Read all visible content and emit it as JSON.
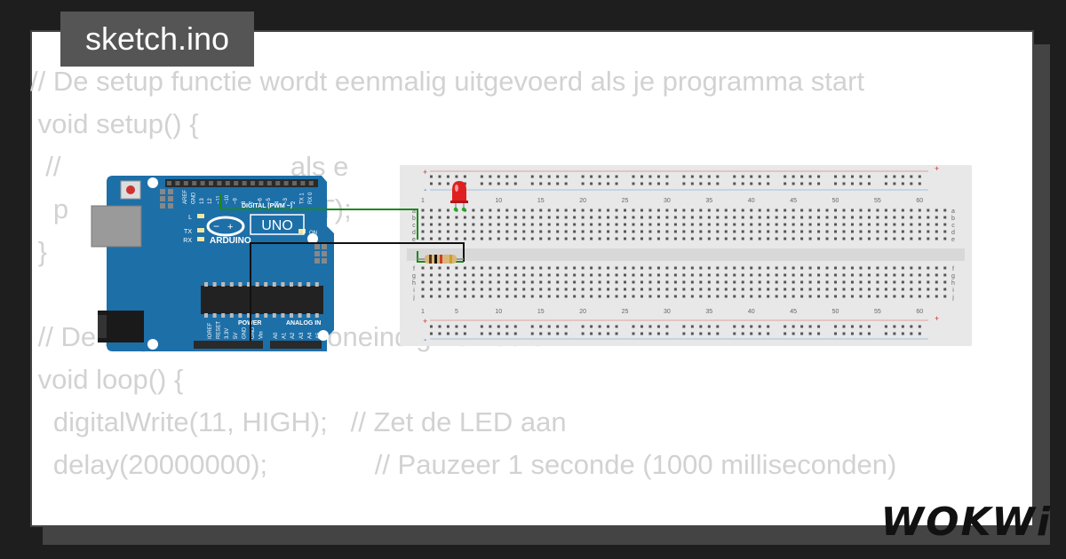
{
  "file_tab": {
    "label": "sketch.ino"
  },
  "code_lines": [
    "// De setup functie wordt eenmalig uitgevoerd als je programma start",
    " void setup() {",
    "  //                              als e",
    "   p                              UT);",
    " }",
    "",
    " // De loop functie wordt oneindig herhaald",
    " void loop() {",
    "   digitalWrite(11, HIGH);   // Zet de LED aan",
    "   delay(20000000);              // Pauzeer 1 seconde (1000 milliseconden)"
  ],
  "arduino": {
    "brand": "ARDUINO",
    "model": "UNO",
    "digital_header": "DIGITAL (PWM ~)",
    "power_header": "POWER",
    "analog_header": "ANALOG IN",
    "on_label": "ON",
    "l_label": "L",
    "tx_label": "TX",
    "rx_label": "RX",
    "digital_pins": [
      "AREF",
      "GND",
      "13",
      "12",
      "~11",
      "~10",
      "~9",
      "8",
      "7",
      "~6",
      "~5",
      "4",
      "~3",
      "2",
      "TX 1",
      "RX 0"
    ],
    "power_pins": [
      "IOREF",
      "RESET",
      "3.3V",
      "5V",
      "GND",
      "GND",
      "Vin"
    ],
    "analog_pins": [
      "A0",
      "A1",
      "A2",
      "A3",
      "A4",
      "A5"
    ],
    "colors": {
      "board": "#1d6fa8",
      "header": "#2a2a2a"
    }
  },
  "breadboard": {
    "column_numbers": [
      "1",
      "5",
      "10",
      "15",
      "20",
      "25",
      "30",
      "35",
      "40",
      "45",
      "50",
      "55",
      "60"
    ],
    "row_letters_top": [
      "a",
      "b",
      "c",
      "d",
      "e"
    ],
    "row_letters_bottom": [
      "f",
      "g",
      "h",
      "i",
      "j"
    ],
    "plus": "+",
    "minus": "-",
    "colors": {
      "body": "#e8e8e8",
      "hole": "#555555",
      "rail_red": "#e0a0a0",
      "rail_blue": "#a0c0e0"
    }
  },
  "components": {
    "led_color": "#e02020",
    "wire_colors": {
      "signal": "#1a8a1a",
      "ground": "#111111"
    }
  },
  "brand_logo": "WOKWi"
}
